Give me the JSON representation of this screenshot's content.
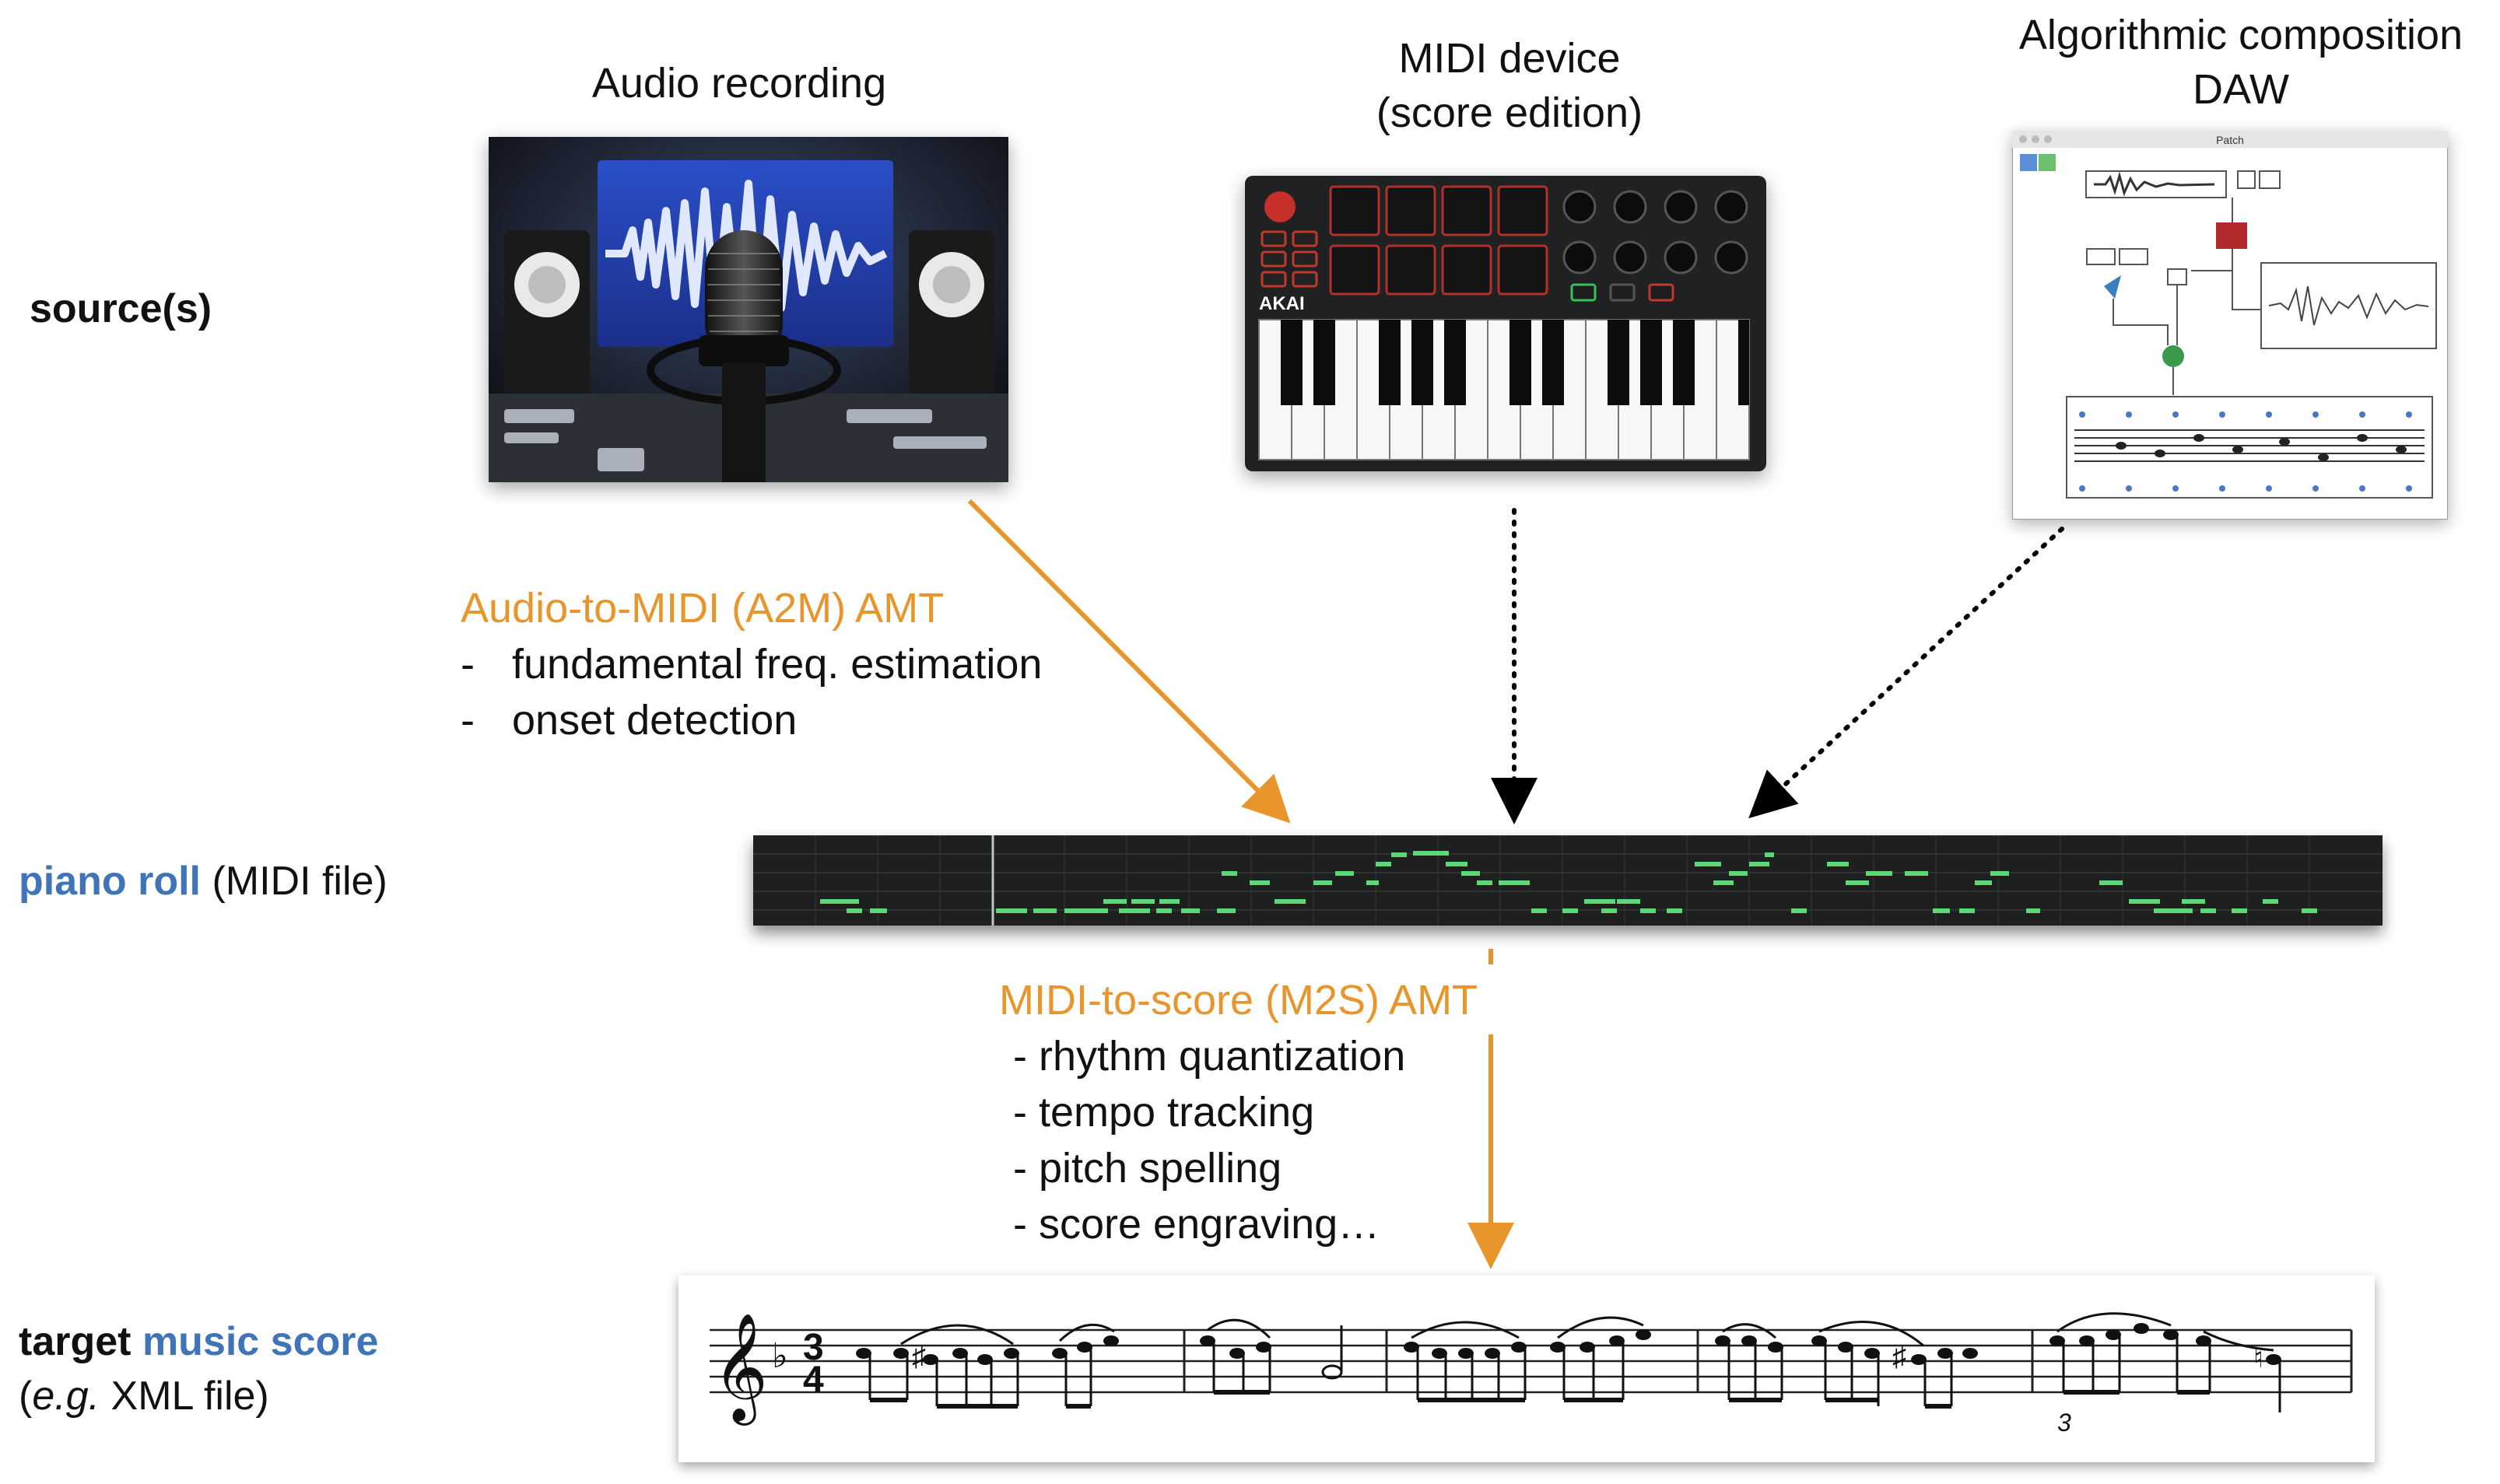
{
  "sources": {
    "audio": {
      "title": "Audio recording"
    },
    "midi": {
      "title_line1": "MIDI device",
      "title_line2": "(score edition)"
    },
    "algo": {
      "title_line1": "Algorithmic composition",
      "title_line2": "DAW",
      "window_title": "Patch"
    }
  },
  "row_labels": {
    "sources": "source(s)",
    "pianoroll_strong": "piano roll",
    "pianoroll_rest": " (MIDI file)",
    "target_strong": "target",
    "target_blue": "music score",
    "target_line2_italic": "e.g.",
    "target_line2_rest": " XML file)",
    "target_line2_open": "("
  },
  "a2m": {
    "title": "Audio-to-MIDI (A2M) AMT",
    "items": [
      "fundamental freq. estimation",
      "onset detection"
    ],
    "bullet": "-"
  },
  "m2s": {
    "title": "MIDI-to-score (M2S) AMT",
    "items": [
      "- rhythm quantization",
      "- tempo tracking",
      "- pitch spelling",
      "- score engraving…"
    ]
  },
  "midi_keyboard": {
    "brand": "AKAI"
  },
  "score": {
    "time_sig_top": "3",
    "time_sig_bottom": "4",
    "tuplet": "3"
  },
  "colors": {
    "orange": "#e8962c",
    "blue": "#3f74b8",
    "pianoroll_bg": "#1e1f1f",
    "pianoroll_note": "#5dd879"
  }
}
